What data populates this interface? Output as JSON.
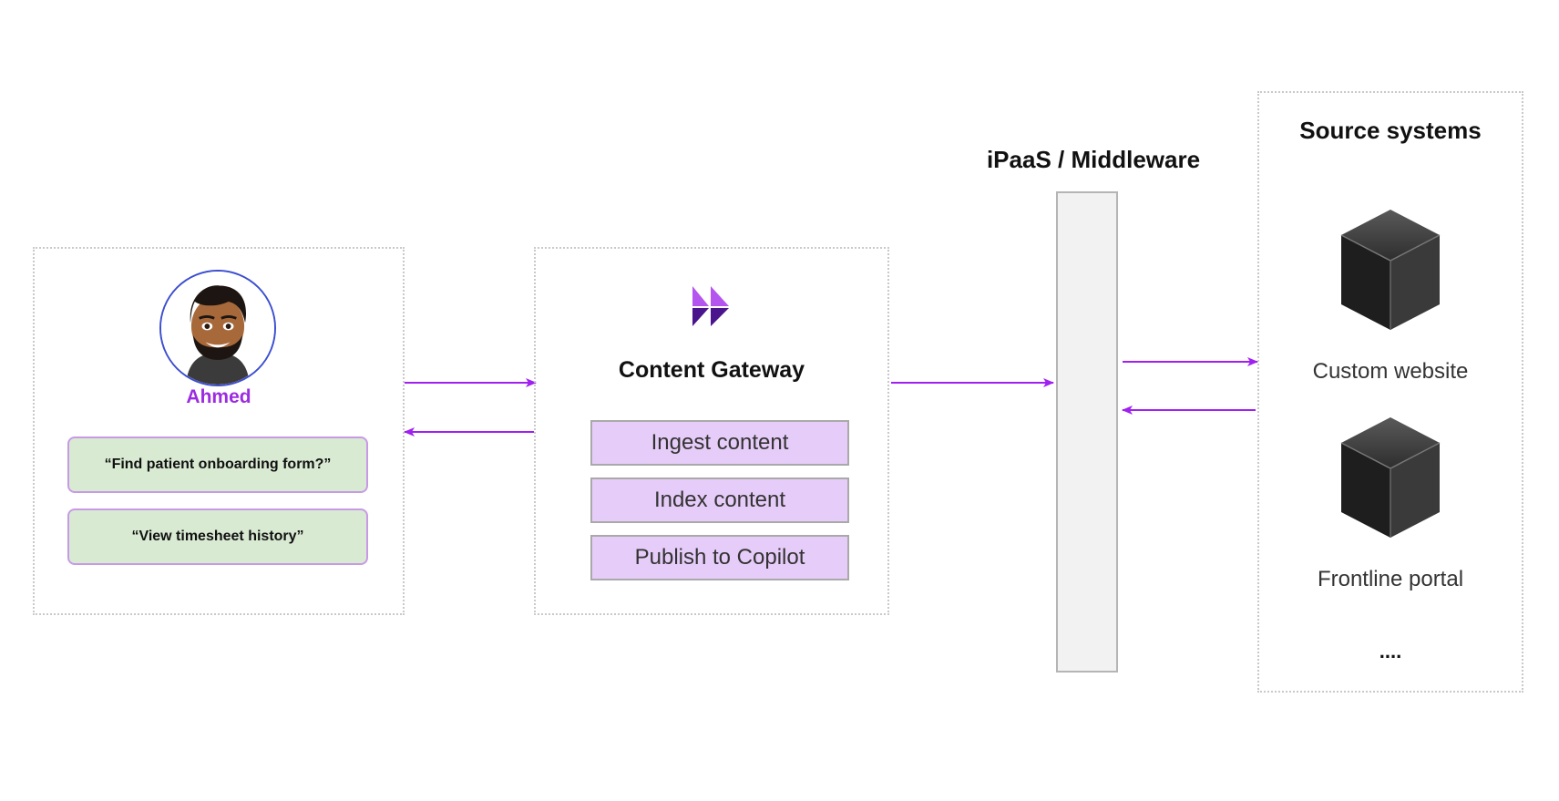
{
  "user": {
    "name": "Ahmed",
    "queries": [
      "“Find patient onboarding form?”",
      "“View timesheet history”"
    ]
  },
  "gateway": {
    "title": "Content Gateway",
    "steps": [
      "Ingest content",
      "Index content",
      "Publish to Copilot"
    ]
  },
  "middleware": {
    "title": "iPaaS / Middleware"
  },
  "sources": {
    "title": "Source systems",
    "items": [
      "Custom website",
      "Frontline portal"
    ],
    "more": "...."
  },
  "colors": {
    "accent": "#9b2ce0",
    "arrow": "#a020f0",
    "query_fill": "#d9ead3",
    "step_fill": "#e6ccf8"
  }
}
